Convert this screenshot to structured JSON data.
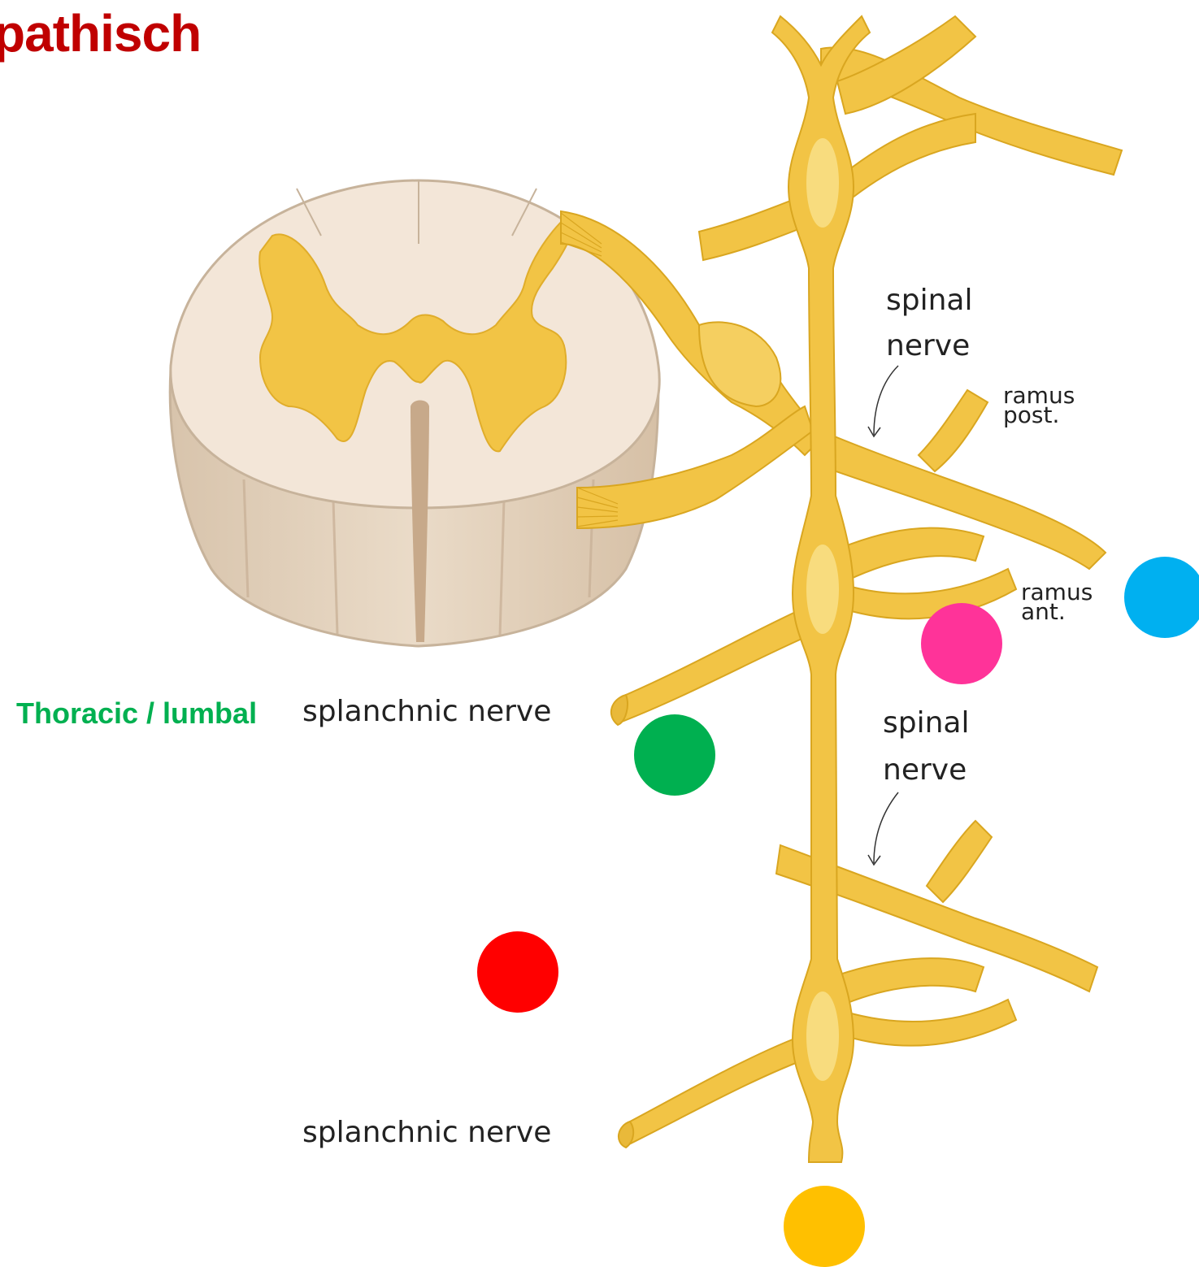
{
  "title": "pathisch",
  "labels": {
    "spinal_nerve_top": [
      "spinal",
      "nerve"
    ],
    "spinal_nerve_bottom": [
      "spinal",
      "nerve"
    ],
    "ramus_post": [
      "ramus",
      "post."
    ],
    "ramus_ant": [
      "ramus",
      "ant."
    ],
    "splanchnic_nerve_upper": "splanchnic nerve",
    "splanchnic_nerve_lower": "splanchnic nerve",
    "region": "Thoracic / lumbal"
  },
  "markers": {
    "blue": "#00b0f0",
    "pink": "#ff3399",
    "green": "#00b050",
    "red": "#ff0000",
    "yellow": "#ffc000"
  },
  "colors": {
    "nerve": "#f2c445",
    "nerve_light": "#f8dc7e",
    "nerve_outline": "#d9a620",
    "cord_white_matter": "#f3e6d8",
    "cord_side": "#e4d2bd",
    "cord_outline": "#c7b39b"
  }
}
